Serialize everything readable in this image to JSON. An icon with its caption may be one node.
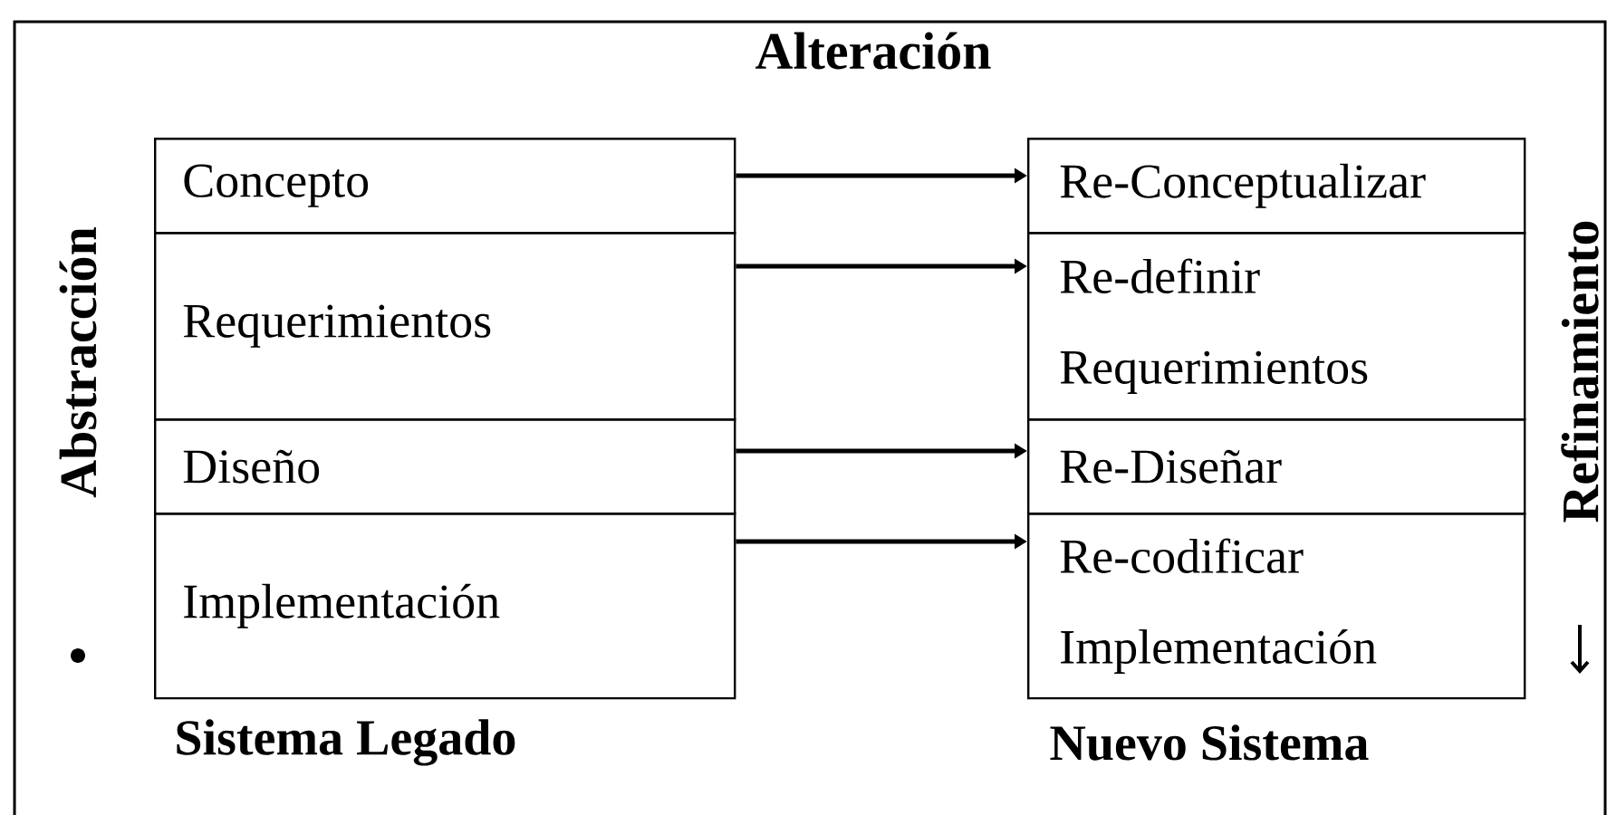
{
  "diagram": {
    "nodes": [
      {
        "text": [
          "Concepto"
        ]
      },
      {
        "text": [
          "Requerimientos"
        ]
      },
      {
        "text": [
          "Diseño"
        ]
      },
      {
        "text": [
          "Implementación"
        ]
      },
      {
        "text": [
          "Re-Conceptualizar"
        ]
      },
      {
        "text": [
          "Re-definir Requerimientos"
        ]
      },
      {
        "text": [
          "Re-Diseñar"
        ]
      },
      {
        "text": [
          "Re-codificar Implementación"
        ]
      }
    ],
    "edges": [
      {
        "from": 0,
        "to": 4,
        "arrow": "to"
      },
      {
        "from": 1,
        "to": 5,
        "arrow": "to"
      },
      {
        "from": 2,
        "to": 6,
        "arrow": "to"
      },
      {
        "from": 3,
        "to": 7,
        "arrow": "to"
      }
    ],
    "labels": [
      "Alteración",
      "Abstracción",
      "Refinamiento",
      "Sistema Legado",
      "Nuevo Sistema"
    ]
  }
}
